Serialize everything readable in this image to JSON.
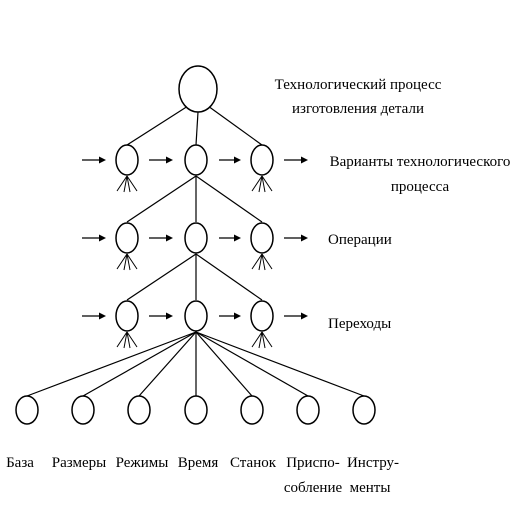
{
  "diagram": {
    "colors": {
      "line": "#000000",
      "node_fill": "#ffffff",
      "background": "#ffffff"
    },
    "root": {
      "label_line1": "Технологический процесс",
      "label_line2": "изготовления детали"
    },
    "levels": [
      {
        "id": "variants",
        "label_line1": "Варианты технологического",
        "label_line2": "процесса"
      },
      {
        "id": "operations",
        "label_line1": "Операции",
        "label_line2": ""
      },
      {
        "id": "transitions",
        "label_line1": "Переходы",
        "label_line2": ""
      }
    ],
    "leaves": [
      {
        "id": "base",
        "line1": "База",
        "line2": ""
      },
      {
        "id": "sizes",
        "line1": "Размеры",
        "line2": ""
      },
      {
        "id": "modes",
        "line1": "Режимы",
        "line2": ""
      },
      {
        "id": "time",
        "line1": "Время",
        "line2": ""
      },
      {
        "id": "machine",
        "line1": "Станок",
        "line2": ""
      },
      {
        "id": "fixture",
        "line1": "Приспо-",
        "line2": "собление"
      },
      {
        "id": "tools",
        "line1": "Инстру-",
        "line2": "менты"
      }
    ]
  }
}
